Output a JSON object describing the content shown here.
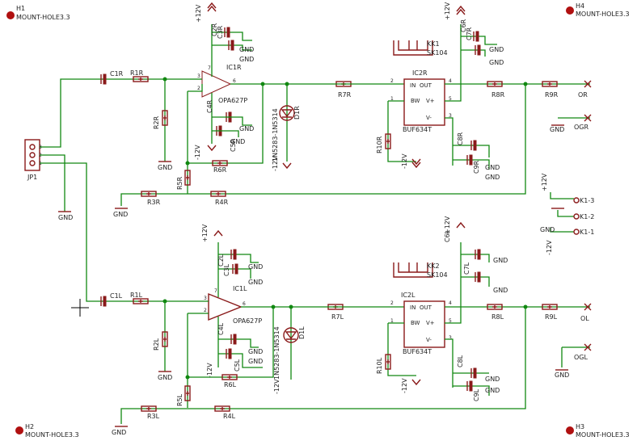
{
  "holes": {
    "h1": "H1",
    "h1_type": "MOUNT-HOLE3.3",
    "h2": "H2",
    "h2_type": "MOUNT-HOLE3.3",
    "h3": "H3",
    "h3_type": "MOUNT-HOLE3.3",
    "h4": "H4",
    "h4_type": "MOUNT-HOLE3.3"
  },
  "jp1": "JP1",
  "gnd": "GND",
  "p12": "+12V",
  "m12": "-12V",
  "right": {
    "c1": "C1R",
    "r1": "R1R",
    "r2": "R2R",
    "r3": "R3R",
    "r4": "R4R",
    "r5": "R5R",
    "r6": "R6R",
    "ic1": "IC1R",
    "opa": "OPA627P",
    "c2": "C2R",
    "c3": "C3R",
    "c4": "C4R",
    "c5": "C5R",
    "d1": "D1R",
    "diode": "1N5283-1N5314",
    "r7": "R7R",
    "ic2": "IC2R",
    "buf": "BUF634T",
    "in": "IN",
    "out": "OUT",
    "bw": "BW",
    "vp": "V+",
    "vm": "V-",
    "r10": "R10R",
    "c6": "C6R",
    "c7": "C7R",
    "c8": "C8R",
    "c9": "C9R",
    "kk": "KK1",
    "sk": "SK104",
    "r8": "R8R",
    "r9": "R9R",
    "o": "OR",
    "og": "OGR"
  },
  "left": {
    "c1": "C1L",
    "r1": "R1L",
    "r2": "R2L",
    "r3": "R3L",
    "r4": "R4L",
    "r5": "R5L",
    "r6": "R6L",
    "ic1": "IC1L",
    "opa": "OPA627P",
    "c2": "C2L",
    "c3": "C3L",
    "c4": "C4L",
    "c5": "C5L",
    "d1": "D1L",
    "diode": "1N5283-1N5314",
    "r7": "R7L",
    "ic2": "IC2L",
    "buf": "BUF634T",
    "in": "IN",
    "out": "OUT",
    "bw": "BW",
    "vp": "V+",
    "vm": "V-",
    "r10": "R10L",
    "c6": "C6L",
    "c7": "C7L",
    "c8": "C8L",
    "c9": "C9L",
    "kk": "KK2",
    "sk": "SK104",
    "r8": "R8L",
    "r9": "R9L",
    "o": "OL",
    "og": "OGL"
  },
  "k1": {
    "p3": "K1-3",
    "p2": "K1-2",
    "p1": "K1-1"
  },
  "pins": {
    "p1": "1",
    "p2": "2",
    "p3": "3",
    "p4": "4",
    "p5": "5",
    "p6": "6",
    "p7": "7"
  }
}
